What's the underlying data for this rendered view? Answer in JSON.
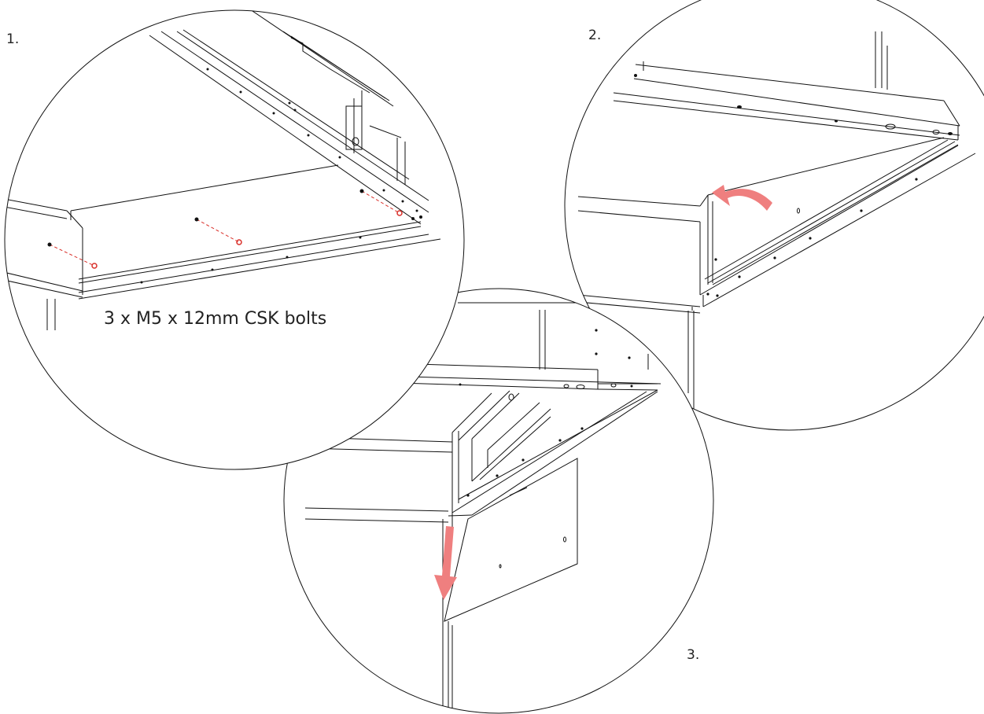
{
  "steps": {
    "step1_label": "1.",
    "step2_label": "2.",
    "step3_label": "3."
  },
  "step1": {
    "caption": "3 x M5 x 12mm CSK bolts",
    "bolt_count": 3
  },
  "colors": {
    "line": "#111111",
    "bolt_hint": "#d9302a",
    "arrow": "#ef7f7f"
  },
  "icons": {
    "step2_arrow": "curved-arrow-icon",
    "step3_arrow": "down-arrow-icon",
    "bolts": "bolt-icon"
  }
}
